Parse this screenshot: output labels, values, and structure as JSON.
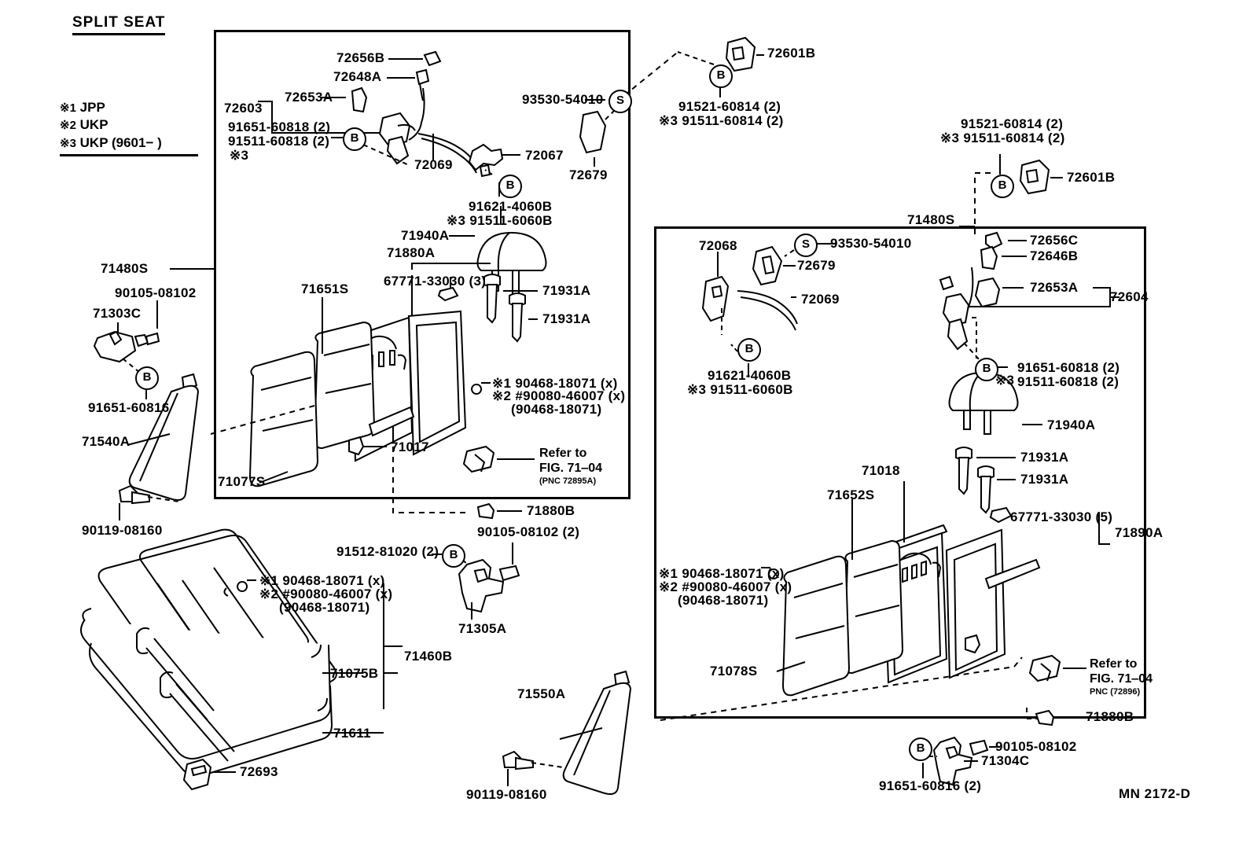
{
  "title": "SPLIT SEAT",
  "figure_code": "MN 2172-D",
  "legend": {
    "items": [
      {
        "mark": "※1",
        "text": "JPP"
      },
      {
        "mark": "※2",
        "text": "UKP"
      },
      {
        "mark": "※3",
        "text": "UKP (9601−        )"
      }
    ]
  },
  "left_panel": {
    "labels": [
      "72656B",
      "72648A",
      "72653A",
      "72603",
      "91651-60818 (2)",
      "91511-60818 (2)",
      "※3",
      "72069",
      "72067",
      "93530-54010",
      "72679",
      "91621-4060B",
      "※3 91511-6060B",
      "71940A",
      "71880A",
      "67771-33030 (3)",
      "71931A",
      "71931A",
      "71651S",
      "71077S",
      "71017",
      "71480S"
    ],
    "note_1": "※1   90468-18071 (x)",
    "note_2": "※2 #90080-46007 (x)",
    "note_3": "(90468-18071)",
    "refer_line1": "Refer to",
    "refer_line2": "FIG. 71‒04",
    "refer_line3": "(PNC 72895A)"
  },
  "right_panel": {
    "labels": [
      "72068",
      "93530-54010",
      "72679",
      "72069",
      "91621-4060B",
      "※3 91511-6060B",
      "72656C",
      "72646B",
      "72653A",
      "72604",
      "91651-60818 (2)",
      "91511-60818 (2)",
      "※3",
      "71940A",
      "71931A",
      "71931A",
      "67771-33030 (5)",
      "71890A",
      "71018",
      "71652S",
      "71078S"
    ],
    "note_1": "※1  90468-18071 (x)",
    "note_2": "※2 #90080-46007 (x)",
    "note_3": "(90468-18071)",
    "refer_line1": "Refer to",
    "refer_line2": "FIG. 71‒04",
    "refer_line3": "PNC (72896)"
  },
  "outside_labels": {
    "left_71480S": "71480S",
    "left_90105": "90105-08102",
    "left_71303C": "71303C",
    "left_91651": "91651-60816",
    "left_71540A": "71540A",
    "left_90119": "90119-08160",
    "cushion_91512": "91512-81020 (2)",
    "cushion_90105": "90105-08102 (2)",
    "cushion_71305A": "71305A",
    "cushion_note1": "※1   90468-18071 (x)",
    "cushion_note2": "※2 #90080-46007 (x)",
    "cushion_note3": "(90468-18071)",
    "cushion_71460B": "71460B",
    "cushion_71075B": "71075B",
    "cushion_71611": "71611",
    "cushion_72693": "72693",
    "right_71480S": "71480S",
    "right_72601B_top": "72601B",
    "right_91521_top": "91521-60814 (2)",
    "right_91511_top": "※3 91511-60814 (2)",
    "right_72601B_mid": "72601B",
    "right_91521_mid": "91521-60814 (2)",
    "right_91511_mid": "※3 91511-60814 (2)",
    "bottom_71550A": "71550A",
    "bottom_90119": "90119-08160",
    "bottom_71880B_left": "71880B",
    "bottom_71880B_right": "71880B",
    "bottom_90105": "90105-08102",
    "bottom_71304C": "71304C",
    "bottom_91651": "91651-60816 (2)"
  },
  "badges": {
    "B": "B",
    "S": "S"
  }
}
